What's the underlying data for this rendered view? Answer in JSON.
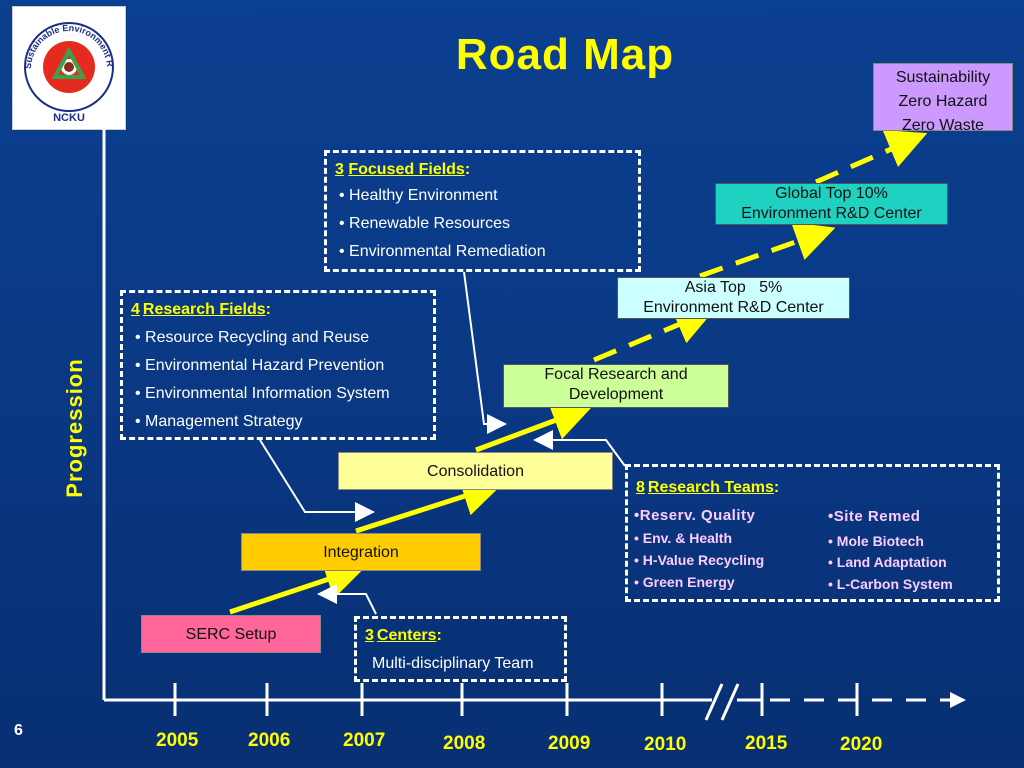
{
  "title": "Road Map",
  "logo": {
    "icon": "serc-ncku-logo",
    "text_top": "Sustainable Environment Research Cent",
    "text_bottom": "NCKU"
  },
  "progression_label": "Progression",
  "slide_number": "6",
  "stages": {
    "sustainability": [
      "Sustainability",
      "Zero Hazard",
      "Zero Waste"
    ],
    "global": [
      "Global Top 10%",
      "Environment R&D Center"
    ],
    "asia": [
      "Asia Top   5%",
      "Environment R&D Center"
    ],
    "focal": [
      "Focal Research and",
      "Development"
    ],
    "consolidation": "Consolidation",
    "integration": "Integration",
    "serc_setup": "SERC Setup"
  },
  "focused_fields": {
    "number": "3",
    "header": "Focused Fields",
    "items": [
      "• Healthy Environment",
      "• Renewable Resources",
      "• Environmental Remediation"
    ]
  },
  "research_fields": {
    "number": "4",
    "header": "Research Fields",
    "items": [
      "• Resource Recycling and Reuse",
      "• Environmental Hazard Prevention",
      "• Environmental Information System",
      "• Management Strategy"
    ]
  },
  "research_teams": {
    "number": "8",
    "header": "Research Teams",
    "col1_header": "•Reserv. Quality",
    "col1_items": [
      "• Env. & Health",
      "• H-Value Recycling",
      "• Green Energy"
    ],
    "col2_header": "•Site Remed",
    "col2_items": [
      "• Mole Biotech",
      "• Land Adaptation",
      "• L-Carbon System"
    ]
  },
  "centers": {
    "number": "3",
    "header": "Centers",
    "items": [
      "Multi-disciplinary Team"
    ]
  },
  "timeline": [
    "2005",
    "2006",
    "2007",
    "2008",
    "2009",
    "2010",
    "2015",
    "2020"
  ],
  "colors": {
    "background": "#0a3a87",
    "accent": "#ffff00",
    "arrow": "#ffff00"
  }
}
